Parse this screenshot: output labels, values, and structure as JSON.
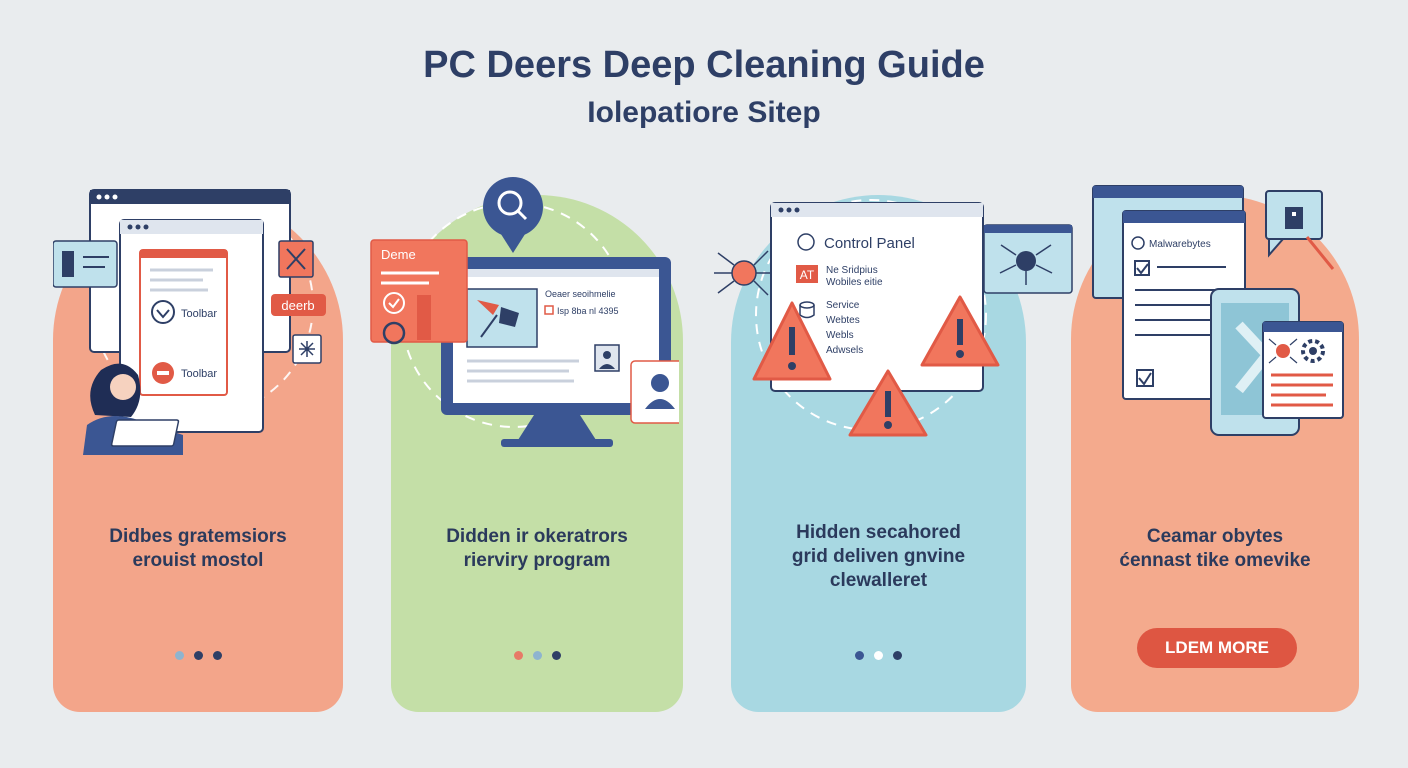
{
  "header": {
    "title": "PC Deers Deep Cleaning Guide",
    "subtitle": "Iolepatiore Sitep"
  },
  "colors": {
    "background": "#e9ecee",
    "card1": "#f3a58a",
    "card2": "#c4dfa7",
    "card3": "#a8d8e2",
    "card4": "#f4aa8d",
    "navy": "#2e3f66",
    "accent_red": "#de5642"
  },
  "cards": [
    {
      "caption_lines": [
        "Didbes gratemsiors",
        "erouist mostol"
      ],
      "illustration": {
        "toolbar_labels": [
          "Toolbar",
          "Toolbar"
        ],
        "badge": "deerb"
      }
    },
    {
      "caption_lines": [
        "Didden ir okeratrors",
        "rierviry program"
      ],
      "illustration": {
        "tag": "Deme",
        "doc_line_1": "Oeaer seoihmelie",
        "doc_line_2": "Isp 8ba nl 4395"
      }
    },
    {
      "caption_lines": [
        "Hidden secahored",
        "grid deliven gnvine",
        "clewalleret"
      ],
      "illustration": {
        "panel_title": "Control Panel",
        "at_badge": "AT",
        "item_line_1": "Ne Sridpius",
        "item_line_2": "Wobiles eitie",
        "list_items": [
          "Service",
          "Webtes",
          "Webls",
          "Adwsels"
        ]
      }
    },
    {
      "caption_lines": [
        "Ceamar obytes",
        "ćennast tike omevike"
      ],
      "illustration": {
        "app_title": "Malwarebytes"
      },
      "button_label": "LDEM MORE"
    }
  ]
}
